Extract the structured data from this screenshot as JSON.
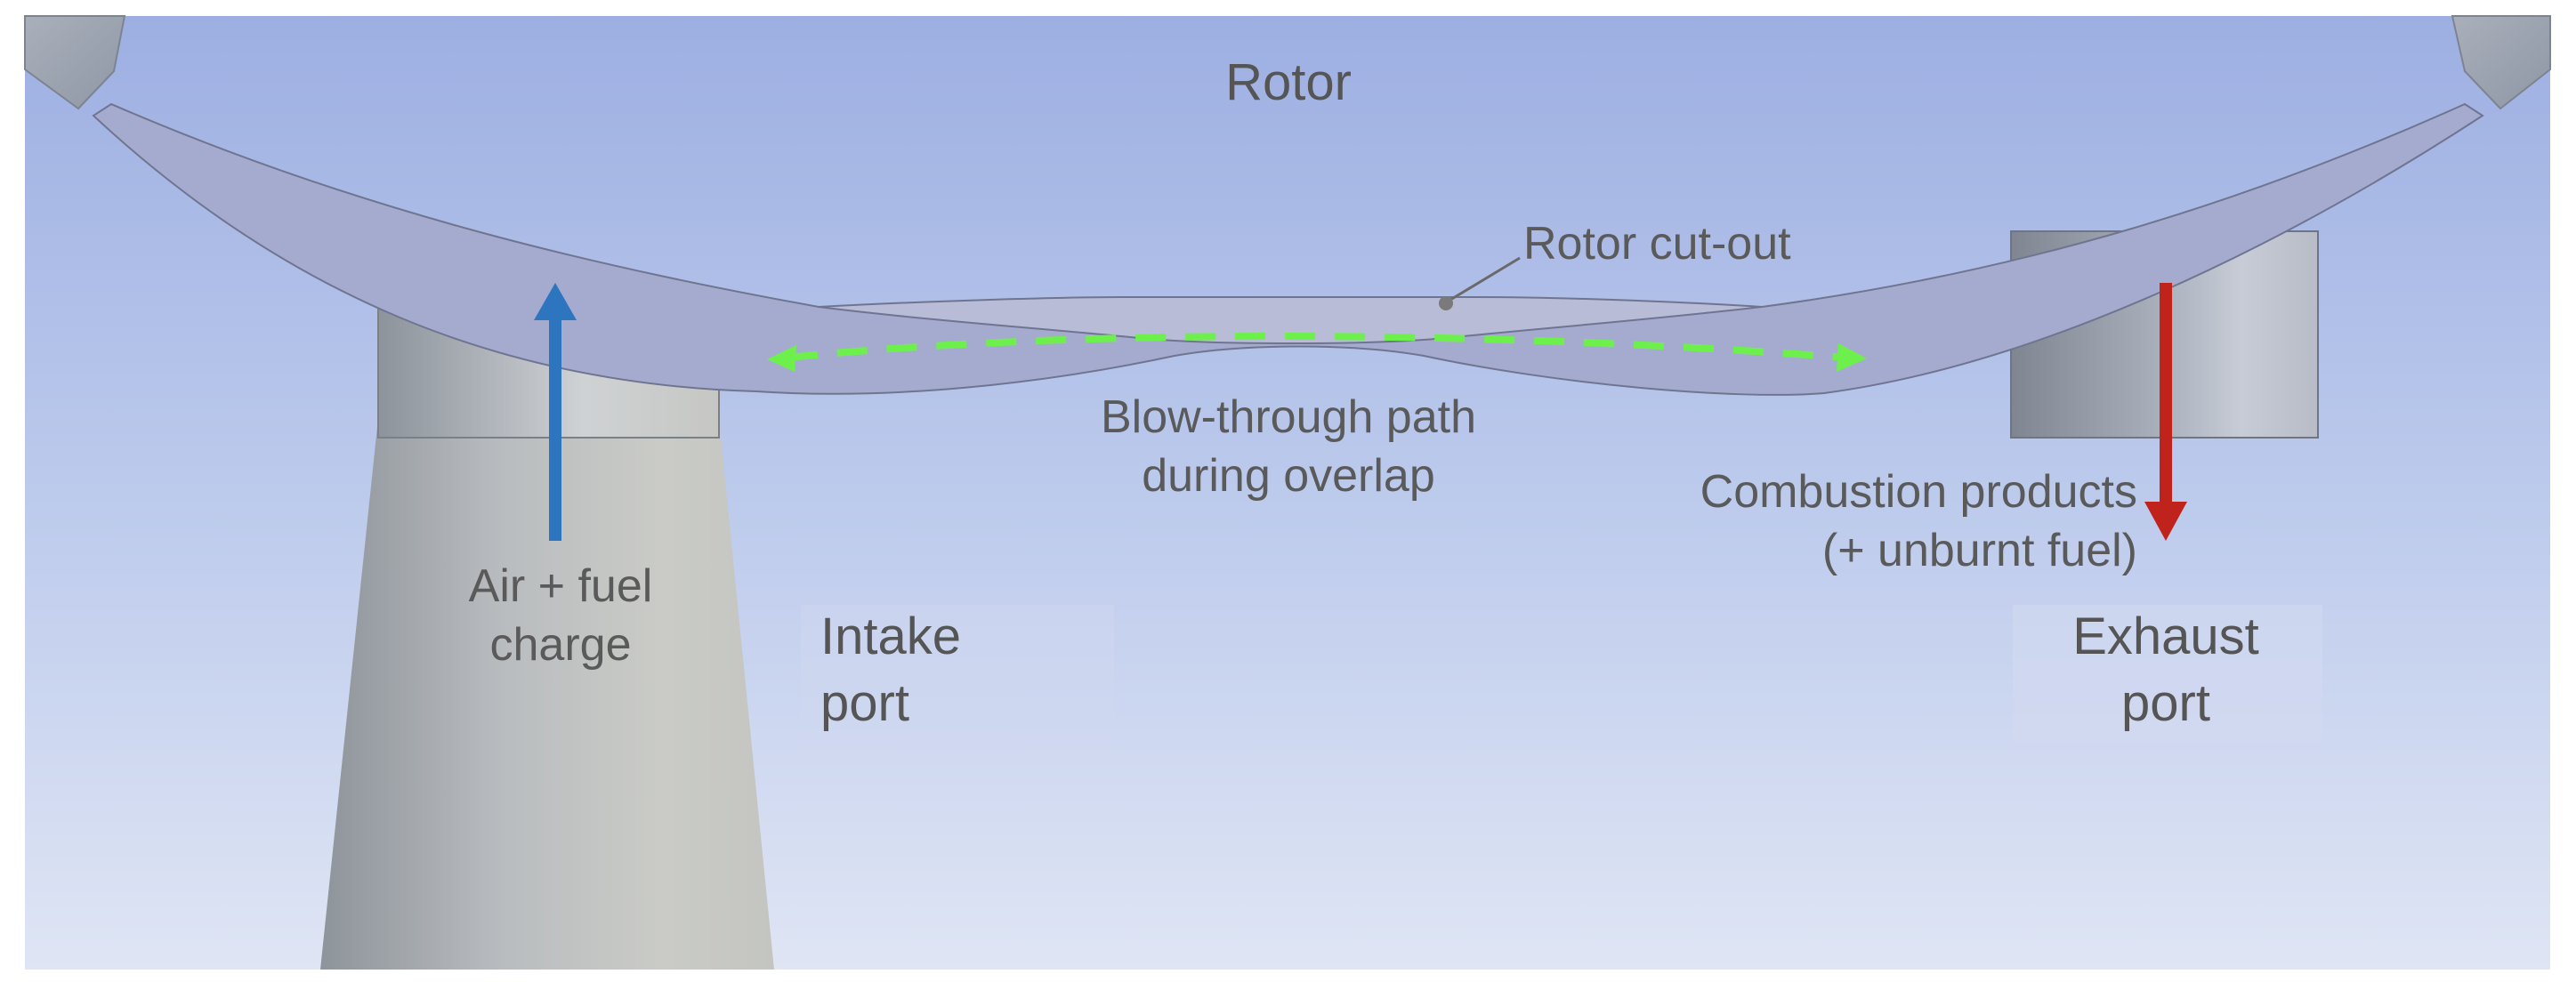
{
  "labels": {
    "rotor": "Rotor",
    "rotor_cutout": "Rotor cut-out",
    "blow_through_line1": "Blow-through path",
    "blow_through_line2": "during overlap",
    "charge_line1": "Air + fuel",
    "charge_line2": "charge",
    "intake_line1": "Intake",
    "intake_line2": "port",
    "combustion_line1": "Combustion products",
    "combustion_line2": "(+ unburnt fuel)",
    "exhaust_line1": "Exhaust",
    "exhaust_line2": "port"
  },
  "icons": {
    "intake_flow": "arrow-up-icon",
    "exhaust_flow": "arrow-down-icon",
    "blow_through_flow": "double-dashed-arrow-icon"
  },
  "colors": {
    "background_top": "#9fb0e2",
    "background_bottom": "#dde4f4",
    "intake_arrow": "#2e75c0",
    "exhaust_arrow": "#c0221c",
    "blow_through_arrow": "#6ef04c",
    "rotor_band": "#a5abce",
    "port_metal": "#c7c9cc"
  }
}
